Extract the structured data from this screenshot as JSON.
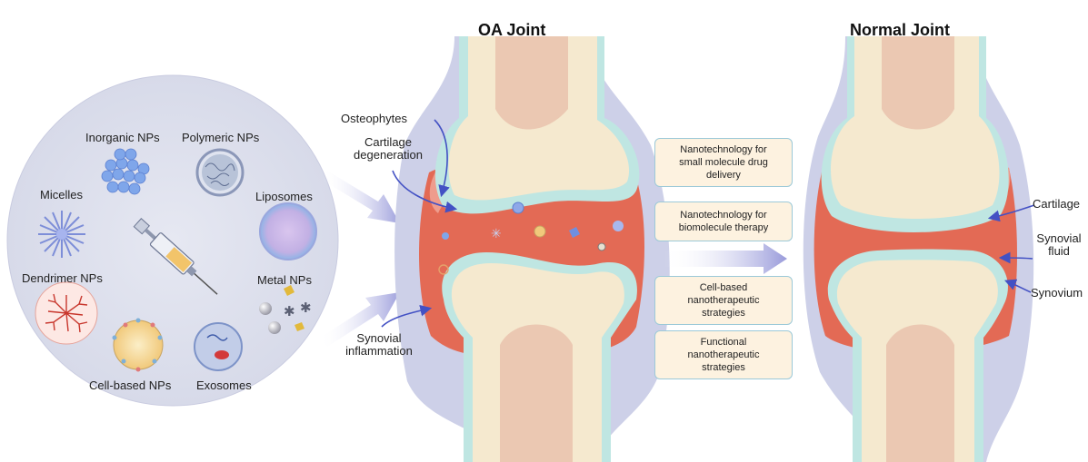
{
  "titles": {
    "oa_joint": "OA Joint",
    "normal_joint": "Normal Joint"
  },
  "nanoparticles": {
    "inorganic": "Inorganic NPs",
    "polymeric": "Polymeric NPs",
    "micelles": "Micelles",
    "liposomes": "Liposomes",
    "dendrimer": "Dendrimer NPs",
    "metal": "Metal NPs",
    "cell_based": "Cell-based NPs",
    "exosomes": "Exosomes"
  },
  "oa_labels": {
    "osteophytes": "Osteophytes",
    "cartilage_degeneration_1": "Cartilage",
    "cartilage_degeneration_2": "degeneration",
    "synovial_inflammation_1": "Synovial",
    "synovial_inflammation_2": "inflammation"
  },
  "strategies": [
    {
      "line1": "Nanotechnology for",
      "line2": "small molecule drug",
      "line3": "delivery"
    },
    {
      "line1": "Nanotechnology for",
      "line2": "biomolecule therapy",
      "line3": ""
    },
    {
      "line1": "Cell-based",
      "line2": "nanotherapeutic",
      "line3": "strategies"
    },
    {
      "line1": "Functional",
      "line2": "nanotherapeutic",
      "line3": "strategies"
    }
  ],
  "normal_labels": {
    "cartilage": "Cartilage",
    "synovial_fluid_1": "Synovial",
    "synovial_fluid_2": "fluid",
    "synovium": "Synovium"
  },
  "colors": {
    "bone": "#f5e9cf",
    "marrow": "#e8bfaa",
    "synovium": "#e36a55",
    "cartilage": "#bfe6e2",
    "capsule": "#cdd0e8",
    "arrow": "#8d8fd6"
  }
}
